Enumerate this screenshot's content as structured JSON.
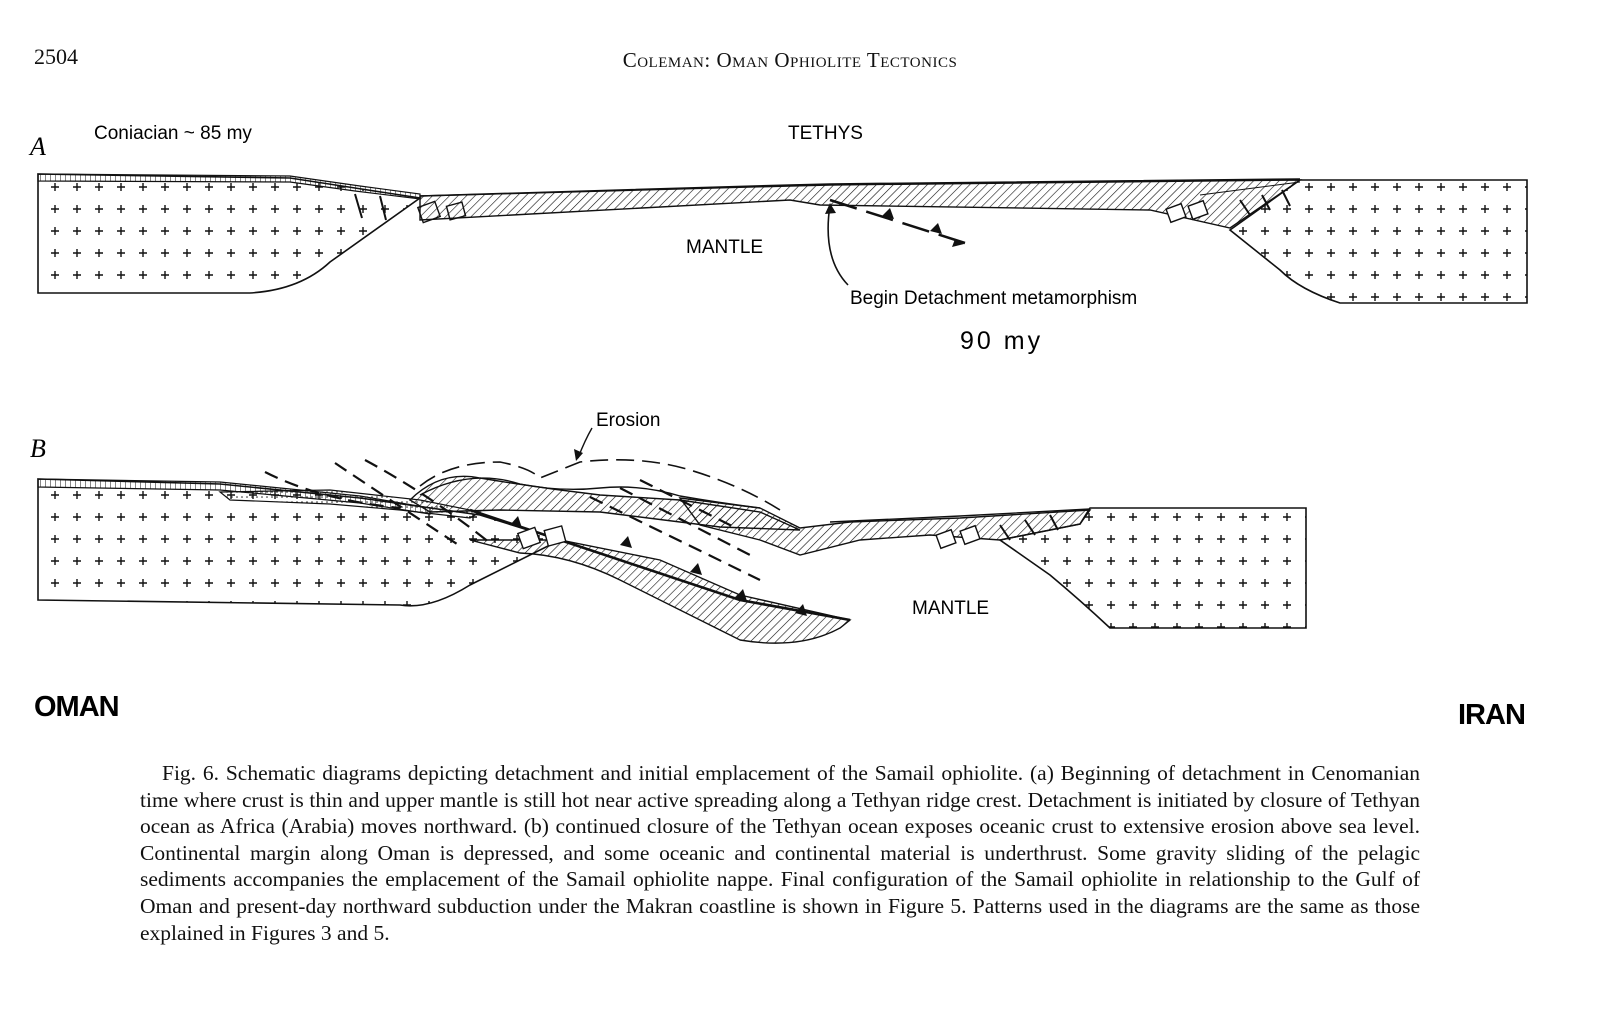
{
  "header": {
    "page_number": "2504",
    "running_head": "Coleman: Oman Ophiolite Tectonics"
  },
  "figure": {
    "panel_a": {
      "letter": "A",
      "age_label": "Coniacian ~ 85 my",
      "ocean_label": "TETHYS",
      "mantle_label": "MANTLE",
      "annotation": "Begin Detachment metamorphism",
      "handwritten_age": "90 my"
    },
    "panel_b": {
      "letter": "B",
      "erosion_label": "Erosion",
      "mantle_label": "MANTLE"
    },
    "left_side_label": "OMAN",
    "right_side_label": "IRAN"
  },
  "caption": {
    "text": "Fig. 6.   Schematic diagrams depicting detachment and initial emplacement of the Samail ophiolite. (a) Beginning of detachment in Cenomanian time where crust is thin and upper mantle is still hot near active spreading along a Tethyan ridge crest. Detachment is initiated by closure of Tethyan ocean as Africa (Arabia) moves northward. (b) continued closure of the Tethyan ocean exposes oceanic crust to extensive erosion above sea level. Continental margin along Oman is depressed, and some oceanic and continental material is underthrust. Some gravity sliding of the pelagic sediments accompanies the emplacement of the Samail ophiolite nappe. Final configuration of the Samail ophiolite in relationship to the Gulf of Oman and present-day northward subduction under the Makran coastline is shown in Figure 5. Patterns used in the diagrams are the same as those explained in Figures 3 and 5."
  }
}
